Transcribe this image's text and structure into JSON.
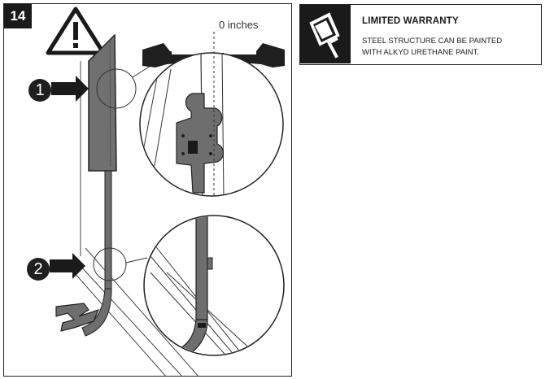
{
  "step": {
    "number": "14"
  },
  "diagram": {
    "measure_label": "0 inches",
    "callouts": [
      "1",
      "2"
    ]
  },
  "warranty": {
    "title": "LIMITED WARRANTY",
    "line1": "STEEL STRUCTURE CAN BE PAINTED",
    "line2": "WITH ALKYD URETHANE PAINT."
  },
  "icons": {
    "warning": "warning-triangle-icon",
    "paint": "paint-roller-icon"
  },
  "colors": {
    "ink": "#1a1a1a",
    "metal": "#6b6b6b",
    "page": "#ffffff"
  }
}
